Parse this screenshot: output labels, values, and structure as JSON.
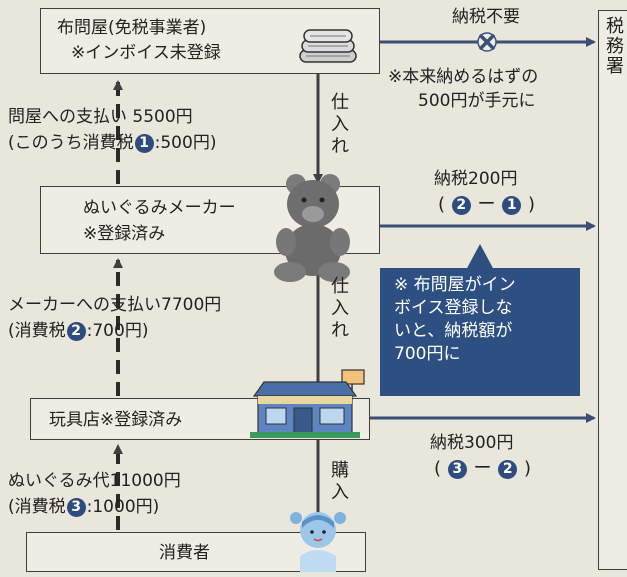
{
  "wholesaler": {
    "line1": "布問屋(免税事業者)",
    "line2": "※インボイス未登録"
  },
  "maker": {
    "line1": "ぬいぐるみメーカー",
    "line2": "※登録済み"
  },
  "toyshop": {
    "line1": "玩具店※登録済み"
  },
  "consumer": {
    "line1": "消費者"
  },
  "tax_office": "税務署",
  "purchase_label_1": "仕入れ",
  "purchase_label_2": "仕入れ",
  "buy_label": "購入",
  "payment_to_wholesaler": {
    "line1": "問屋への支払い 5500円",
    "line2_prefix": "(このうち消費税",
    "circle": "1",
    "line2_suffix": ":500円)"
  },
  "payment_to_maker": {
    "line1": "メーカーへの支払い7700円",
    "line2_prefix": "(消費税",
    "circle": "2",
    "line2_suffix": ":700円)"
  },
  "payment_for_toy": {
    "line1": "ぬいぐるみ代11000円",
    "line2_prefix": "(消費税",
    "circle": "3",
    "line2_suffix": ":1000円)"
  },
  "wholesaler_tax": {
    "label": "納税不要",
    "note_line1": "※本来納めるはずの",
    "note_line2": "500円が手元に"
  },
  "maker_tax": {
    "label": "納税200円",
    "formula_open": "(",
    "circle_a": "2",
    "minus": "ー",
    "circle_b": "1",
    "formula_close": ")"
  },
  "toyshop_tax": {
    "label": "納税300円",
    "formula_open": "(",
    "circle_a": "3",
    "minus": "ー",
    "circle_b": "2",
    "formula_close": ")"
  },
  "callout": {
    "line1": "※ 布問屋がイン",
    "line2": "ボイス登録しな",
    "line3": "いと、納税額が",
    "line4": "700円に"
  },
  "colors": {
    "accent": "#2d4f82",
    "line": "#3f3f3f",
    "arrow": "#3a4f78"
  }
}
